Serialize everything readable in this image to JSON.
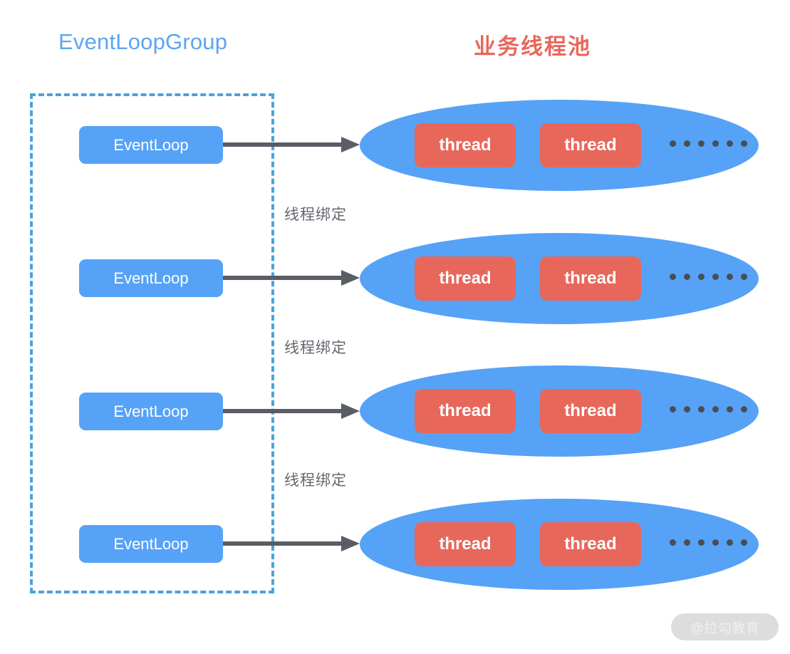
{
  "diagram": {
    "titles": {
      "left": "EventLoopGroup",
      "right": "业务线程池"
    },
    "colors": {
      "blue": "#56A2F7",
      "title_blue": "#5CA5F2",
      "salmon": "#E8675B",
      "dashed_border": "#4AA3DB",
      "arrow_gray": "#5A5C66",
      "label_gray": "#63676E",
      "background": "#FFFFFF"
    },
    "rows": [
      {
        "eventloop_label": "EventLoop",
        "threads": [
          "thread",
          "thread"
        ],
        "ellipsis_dots": 6
      },
      {
        "eventloop_label": "EventLoop",
        "threads": [
          "thread",
          "thread"
        ],
        "ellipsis_dots": 6
      },
      {
        "eventloop_label": "EventLoop",
        "threads": [
          "thread",
          "thread"
        ],
        "ellipsis_dots": 6
      },
      {
        "eventloop_label": "EventLoop",
        "threads": [
          "thread",
          "thread"
        ],
        "ellipsis_dots": 6
      }
    ],
    "bind_labels": [
      "线程绑定",
      "线程绑定",
      "线程绑定"
    ],
    "watermark": "@拉勾教育"
  }
}
